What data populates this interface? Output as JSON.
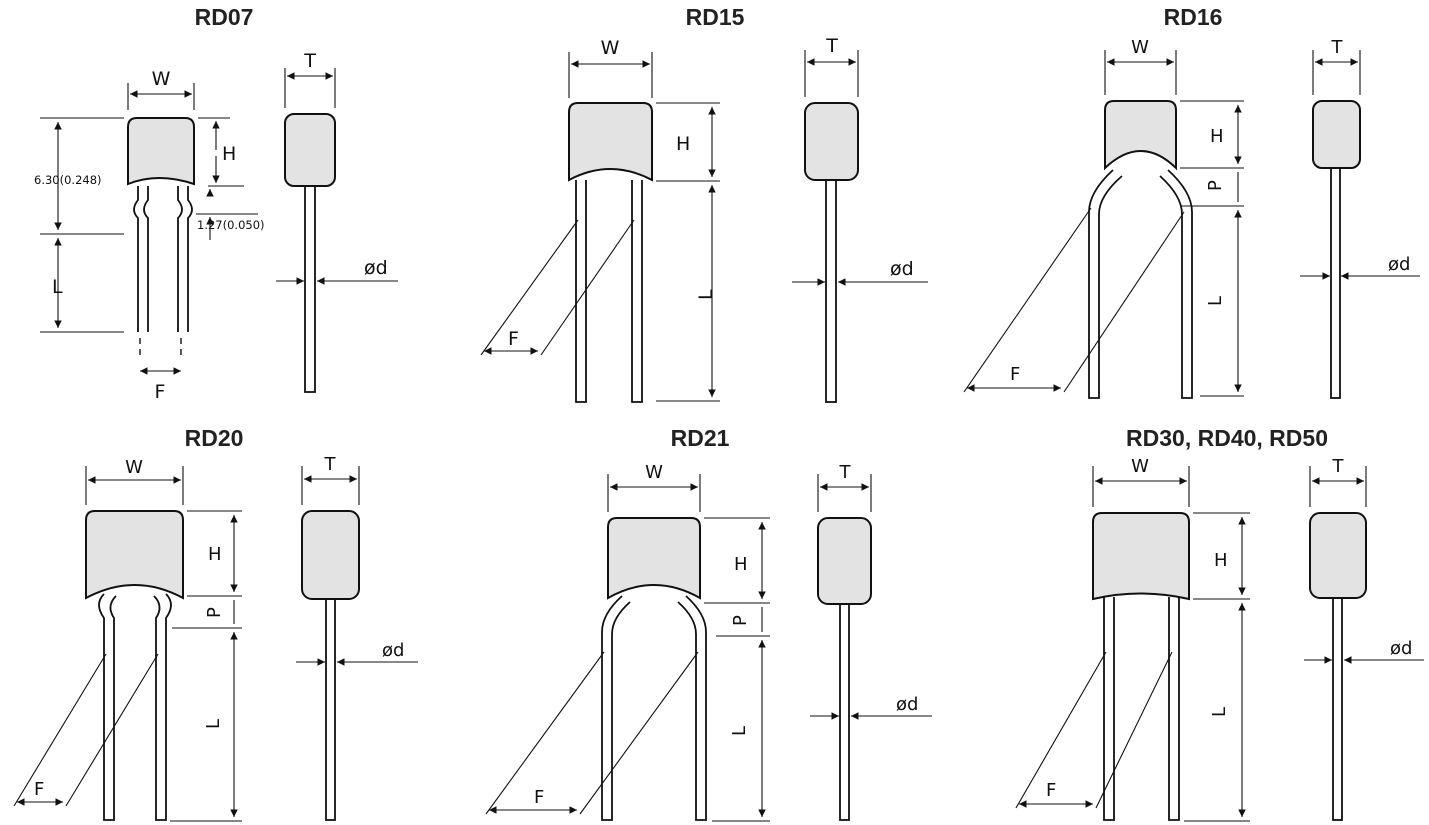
{
  "diagrams": [
    {
      "title": "RD07",
      "labels": {
        "w": "W",
        "t": "T",
        "h": "H",
        "l": "L",
        "f": "F",
        "d": "ød",
        "body_dim": "6.30(0.248)",
        "kink_dim": "1.27(0.050)"
      }
    },
    {
      "title": "RD15",
      "labels": {
        "w": "W",
        "t": "T",
        "h": "H",
        "l": "L",
        "f": "F",
        "d": "ød"
      }
    },
    {
      "title": "RD16",
      "labels": {
        "w": "W",
        "t": "T",
        "h": "H",
        "p": "P",
        "l": "L",
        "f": "F",
        "d": "ød"
      }
    },
    {
      "title": "RD20",
      "labels": {
        "w": "W",
        "t": "T",
        "h": "H",
        "p": "P",
        "l": "L",
        "f": "F",
        "d": "ød"
      }
    },
    {
      "title": "RD21",
      "labels": {
        "w": "W",
        "t": "T",
        "h": "H",
        "p": "P",
        "l": "L",
        "f": "F",
        "d": "ød"
      }
    },
    {
      "title": "RD30, RD40, RD50",
      "labels": {
        "w": "W",
        "t": "T",
        "h": "H",
        "l": "L",
        "f": "F",
        "d": "ød"
      }
    }
  ]
}
